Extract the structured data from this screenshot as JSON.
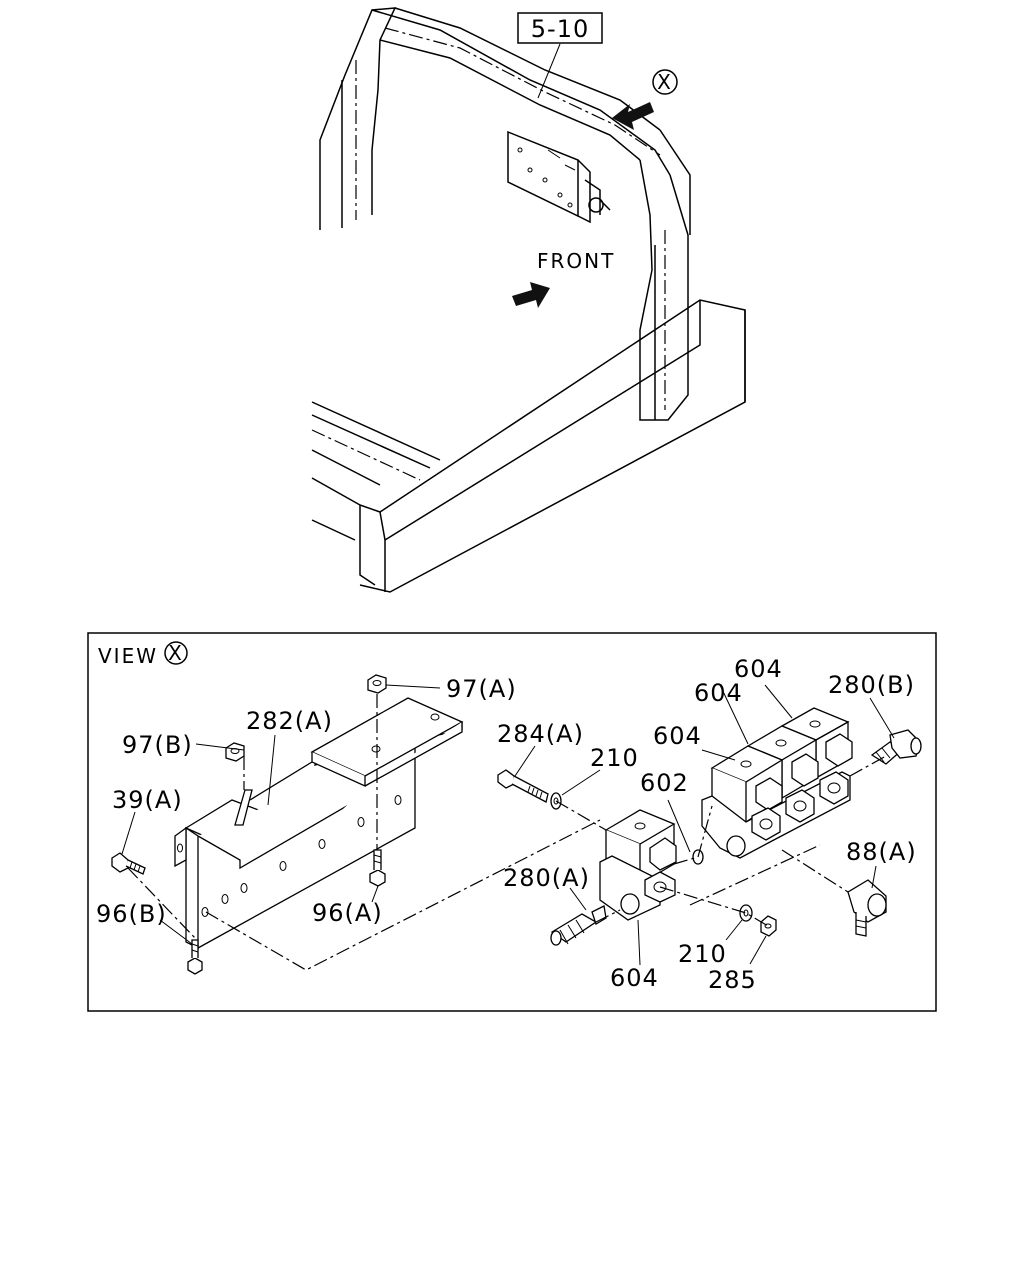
{
  "top_view": {
    "ref_box": "5-10",
    "view_marker": "X",
    "front_label": "FRONT"
  },
  "detail_view": {
    "title_prefix": "VIEW",
    "title_marker": "X",
    "callouts": {
      "c97a": "97(A)",
      "c282a": "282(A)",
      "c97b": "97(B)",
      "c39a": "39(A)",
      "c96b": "96(B)",
      "c96a": "96(A)",
      "c284a": "284(A)",
      "c210a": "210",
      "c604a": "604",
      "c604b": "604",
      "c604c": "604",
      "c602": "602",
      "c280b": "280(B)",
      "c88a": "88(A)",
      "c280a": "280(A)",
      "c604d": "604",
      "c210b": "210",
      "c285": "285"
    }
  }
}
